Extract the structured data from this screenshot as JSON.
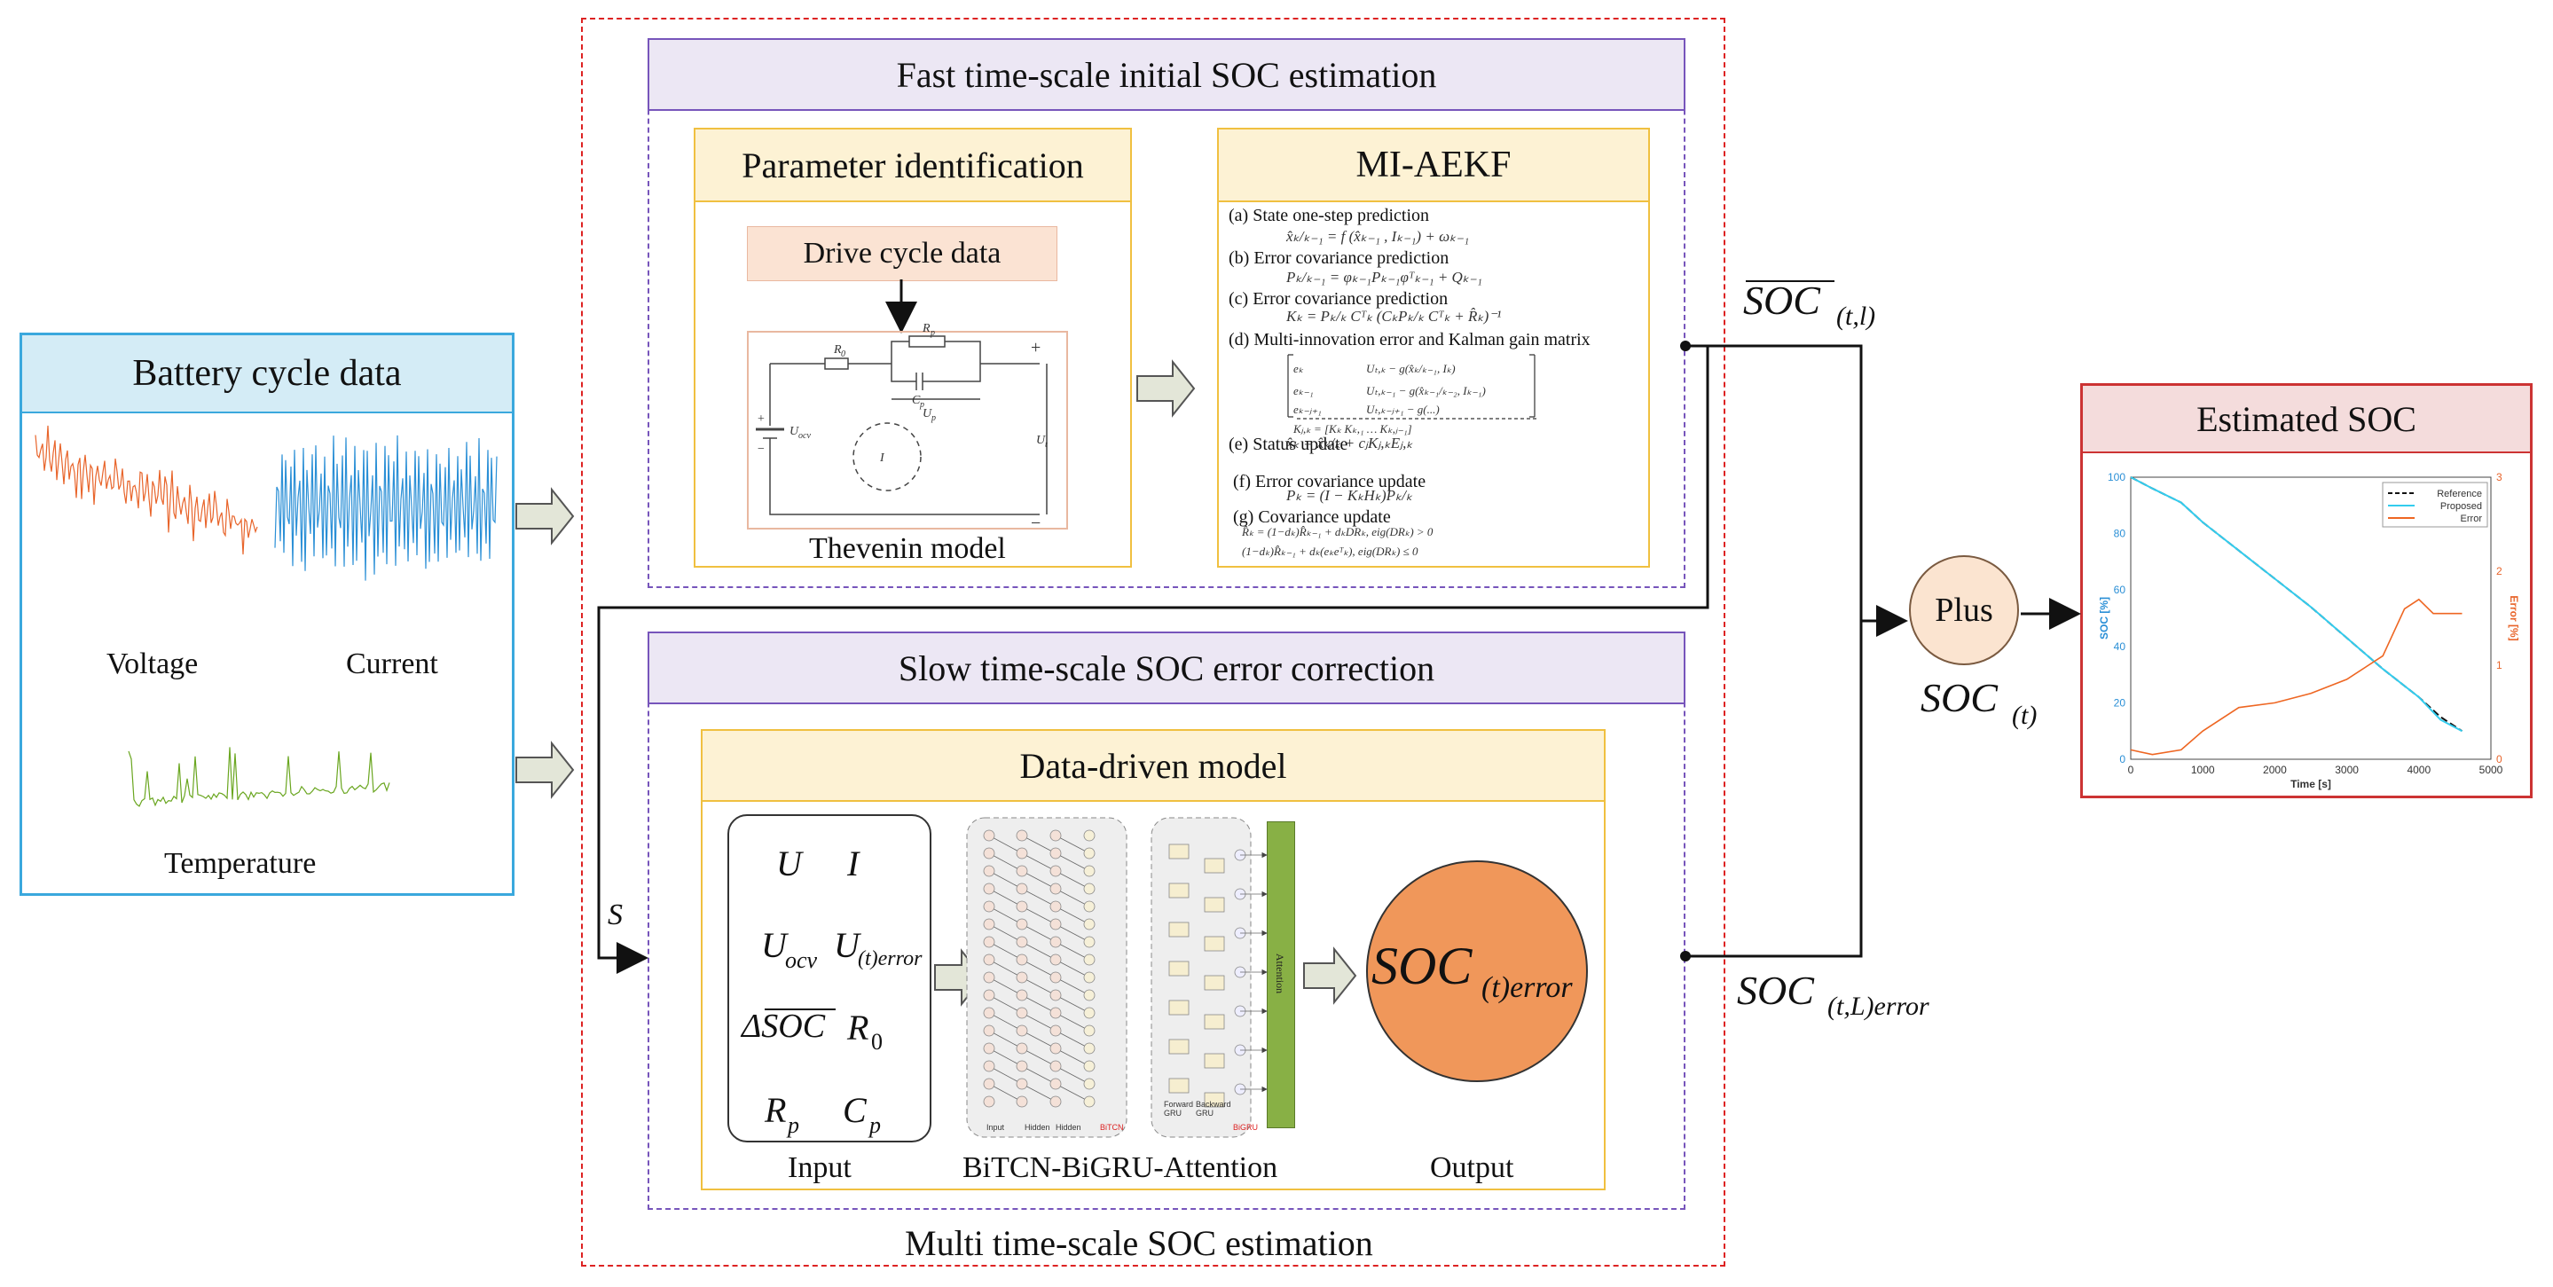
{
  "battery": {
    "title": "Battery cycle data",
    "voltage": "Voltage",
    "current": "Current",
    "temperature": "Temperature"
  },
  "fast": {
    "title": "Fast time-scale initial SOC estimation",
    "param_title": "Parameter identification",
    "drive_cycle": "Drive cycle data",
    "thevenin": "Thevenin model",
    "aekf_title": "MI-AEKF",
    "steps": [
      "(a) State one-step prediction",
      "(b) Error covariance prediction",
      "(c) Error covariance prediction",
      "(d) Multi-innovation error and Kalman gain matrix",
      "(e) Status update",
      "(f) Error covariance update",
      "(g) Covariance update"
    ],
    "circuit": {
      "r0": "R₀",
      "rp": "Rₚ",
      "cp": "Cₚ",
      "up": "Uₚ",
      "uocv": "Uₒcᵥ",
      "ut": "Uₜ",
      "i": "I",
      "plus": "+",
      "minus": "−"
    }
  },
  "slow": {
    "title": "Slow time-scale SOC error correction",
    "model_title": "Data-driven model",
    "input_label": "Input",
    "network_label": "BiTCN-BiGRU-Attention",
    "output_label": "Output",
    "inputs": [
      "U",
      "I",
      "U",
      "U",
      "ΔSOC",
      "R",
      "R",
      "C"
    ],
    "attention": "Attention"
  },
  "outer": {
    "caption": "Multi time-scale SOC estimation"
  },
  "signals": {
    "soc_tl": "SOC",
    "soc_tl_sub": "(t,l)",
    "soc_err": "SOC",
    "soc_err_sub": "(t,L)error",
    "soc_t": "SOC",
    "soc_t_sub": "(t)",
    "s": "S",
    "plus": "Plus",
    "output_soc": "SOC",
    "output_soc_sub": "(t)error"
  },
  "result": {
    "title": "Estimated SOC",
    "chart_data": {
      "type": "line",
      "xlabel": "Time [s]",
      "ylabel_left": "SOC [%]",
      "ylabel_right": "Error [%]",
      "xlim": [
        0,
        5000
      ],
      "ylim_left": [
        0,
        100
      ],
      "ylim_right": [
        0,
        3
      ],
      "x_ticks": [
        "0",
        "1000",
        "2000",
        "3000",
        "4000",
        "5000"
      ],
      "y_ticks_left": [
        "0",
        "20",
        "40",
        "60",
        "80",
        "100"
      ],
      "y_ticks_right": [
        "0",
        "1",
        "2",
        "3"
      ],
      "legend": [
        "Reference",
        "Proposed",
        "Error"
      ],
      "series": [
        {
          "name": "Reference",
          "color": "#111111",
          "dash": true,
          "x": [
            0,
            300,
            700,
            1000,
            1500,
            2000,
            2500,
            3000,
            3500,
            4000,
            4300,
            4600
          ],
          "y": [
            100,
            96,
            91,
            84,
            74,
            64,
            54,
            43,
            32,
            22,
            15,
            10
          ]
        },
        {
          "name": "Proposed",
          "color": "#33ccee",
          "x": [
            0,
            300,
            700,
            1000,
            1500,
            2000,
            2500,
            3000,
            3500,
            4000,
            4300,
            4600
          ],
          "y": [
            100,
            96,
            91,
            84,
            74,
            64,
            54,
            43,
            32,
            22,
            14,
            10
          ]
        },
        {
          "name": "Error",
          "color": "#ee6622",
          "axis": "right",
          "x": [
            0,
            300,
            700,
            1000,
            1500,
            2000,
            2500,
            3000,
            3500,
            3800,
            4000,
            4200,
            4600
          ],
          "y": [
            0.1,
            0.05,
            0.1,
            0.3,
            0.55,
            0.6,
            0.7,
            0.85,
            1.1,
            1.6,
            1.7,
            1.55,
            1.55
          ]
        }
      ]
    }
  },
  "colors": {
    "outer_border": "#dd2222",
    "fast_border": "#7755bb",
    "header_fill": "#ece7f4",
    "sub_border": "#f0c040",
    "sub_fill": "#fdf2d4",
    "battery_border": "#3aa8dd",
    "battery_fill": "#d4ecf6",
    "result_border": "#cc3333",
    "result_fill": "#f4dcdc",
    "plus_fill": "#fbe4d0",
    "output_fill": "#f0975a",
    "attention_fill": "#88b045"
  }
}
